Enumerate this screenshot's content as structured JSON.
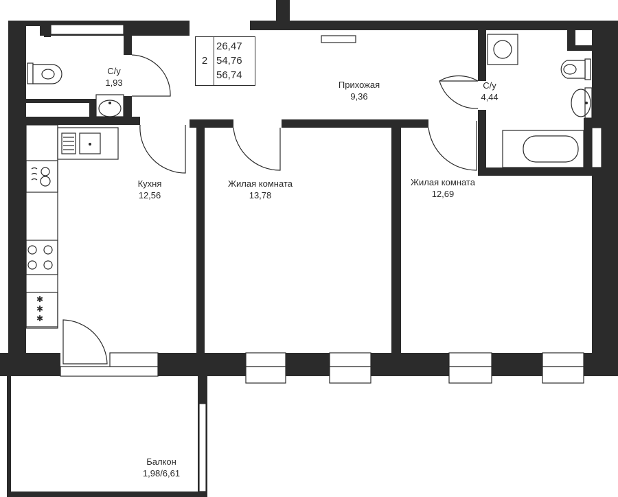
{
  "summary": {
    "rooms": "2",
    "areas": [
      "26,47",
      "54,76",
      "56,74"
    ]
  },
  "rooms": {
    "wc_small": {
      "name": "С/у",
      "area": "1,93"
    },
    "hall": {
      "name": "Прихожая",
      "area": "9,36"
    },
    "bathroom": {
      "name": "С/у",
      "area": "4,44"
    },
    "kitchen": {
      "name": "Кухня",
      "area": "12,56"
    },
    "living1": {
      "name": "Жилая комната",
      "area": "13,78"
    },
    "living2": {
      "name": "Жилая комната",
      "area": "12,69"
    },
    "balcony": {
      "name": "Балкон",
      "area": "1,98/6,61"
    }
  },
  "icons": [
    "toilet-icon",
    "sink-icon",
    "washing-machine-icon",
    "bathtub-icon",
    "stove-icon",
    "kitchen-sink-icon",
    "dishwasher-icon",
    "fridge-icon"
  ],
  "colors": {
    "wall": "#2b2b2b",
    "background": "#ffffff"
  }
}
